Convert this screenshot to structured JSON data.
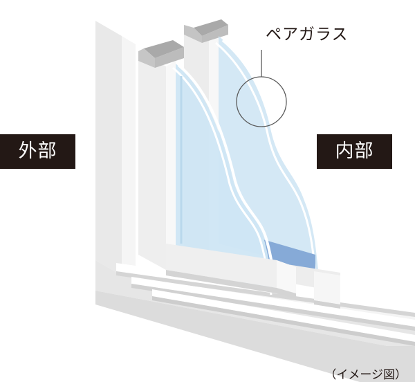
{
  "labels": {
    "outside": "外部",
    "inside": "内部",
    "glass": "ペアガラス",
    "caption": "（イメージ図）"
  },
  "colors": {
    "frame_light": "#f2f2f2",
    "frame_mid": "#e4e4e4",
    "frame_shadow": "#cfcfcf",
    "sash_cap": "#b3b3b3",
    "glass": "#cfe6f4",
    "glass_edge": "#b9d8ec",
    "spacer_blue": "#86aad7",
    "tag_bg": "#231815",
    "text": "#231815"
  }
}
